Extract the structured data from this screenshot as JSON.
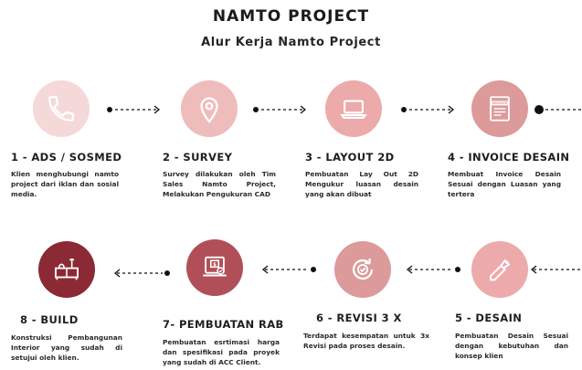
{
  "header": {
    "title": "NAMTO PROJECT",
    "subtitle": "Alur Kerja Namto Project"
  },
  "colors": {
    "step1": "#f5d8d8",
    "step2": "#efbcbc",
    "step3": "#ecaaab",
    "step4": "#dc9a9b",
    "step5": "#ecaaab",
    "step6": "#dc9a9b",
    "step7": "#b04f57",
    "step8": "#8b2a34"
  },
  "steps": [
    {
      "title": "1 - ADS / SOSMED",
      "desc": "Klien menghubungi namto project dari iklan dan sosial media.",
      "icon": "phone-icon"
    },
    {
      "title": "2 - SURVEY",
      "desc": "Survey dilakukan oleh Tim Sales Namto Project, Melakukan Pengukuran CAD",
      "icon": "location-pin-icon"
    },
    {
      "title": "3 - LAYOUT 2D",
      "desc": "Pembuatan Lay Out 2D Mengukur luasan desain yang akan dibuat",
      "icon": "laptop-icon"
    },
    {
      "title": "4 - INVOICE DESAIN",
      "desc": "Membuat Invoice Desain Sesuai dengan Luasan yang tertera",
      "icon": "invoice-icon",
      "icon_text": "INVOICE"
    },
    {
      "title": "5 - DESAIN",
      "desc": "Pembuatan Desain Sesuai dengan kebutuhan dan konsep klien",
      "icon": "pen-tool-icon"
    },
    {
      "title": "6 - REVISI 3 X",
      "desc": "Terdapat kesempatan untuk 3x Revisi pada proses desain.",
      "icon": "revision-icon"
    },
    {
      "title": "7- PEMBUATAN RAB",
      "desc": "Pembuatan esrtimasi harga dan spesifikasi pada proyek yang sudah di ACC Client.",
      "icon": "budget-document-icon"
    },
    {
      "title": "8 - BUILD",
      "desc": "Konstruksi Pembangunan Interior yang sudah di setujui oleh klien.",
      "icon": "furniture-icon"
    }
  ]
}
